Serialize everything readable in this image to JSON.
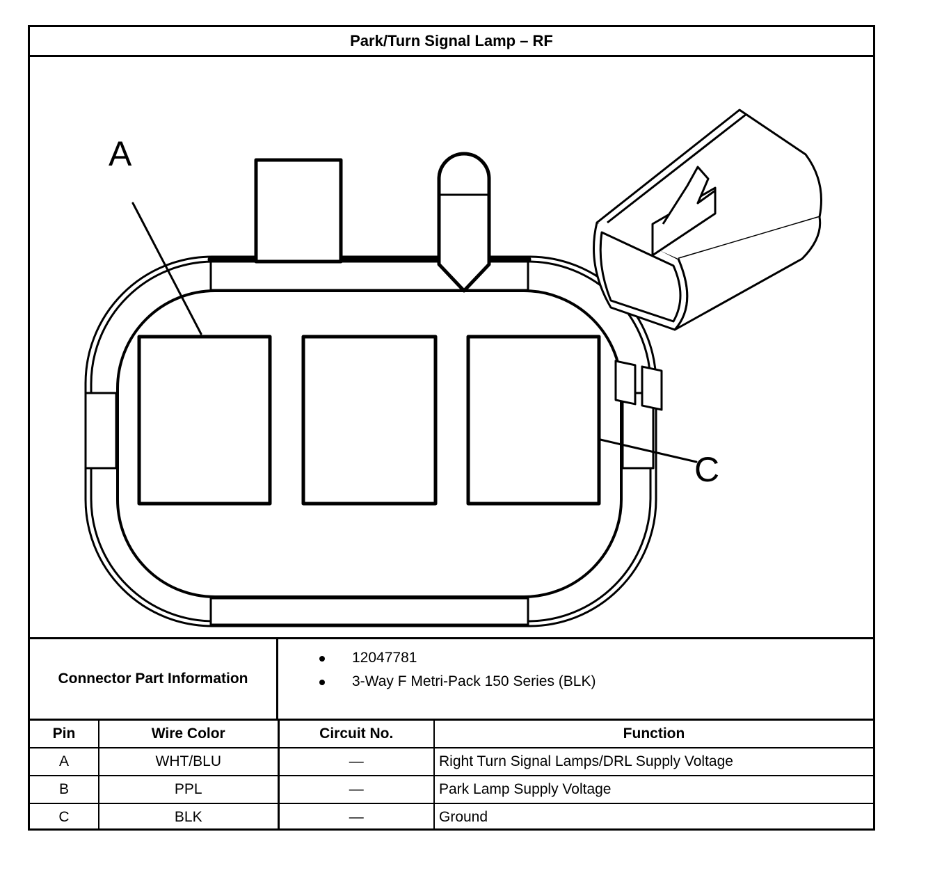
{
  "title": "Park/Turn Signal Lamp – RF",
  "callouts": {
    "a": "A",
    "c": "C"
  },
  "connector_info": {
    "label": "Connector Part Information",
    "items": [
      "12047781",
      "3-Way F Metri-Pack 150 Series (BLK)"
    ]
  },
  "pin_table": {
    "headers": {
      "pin": "Pin",
      "wire_color": "Wire Color",
      "circuit": "Circuit No.",
      "function": "Function"
    },
    "rows": [
      {
        "pin": "A",
        "wire_color": "WHT/BLU",
        "circuit": "—",
        "function": "Right Turn Signal Lamps/DRL Supply Voltage"
      },
      {
        "pin": "B",
        "wire_color": "PPL",
        "circuit": "—",
        "function": "Park Lamp Supply Voltage"
      },
      {
        "pin": "C",
        "wire_color": "BLK",
        "circuit": "—",
        "function": "Ground"
      }
    ]
  }
}
